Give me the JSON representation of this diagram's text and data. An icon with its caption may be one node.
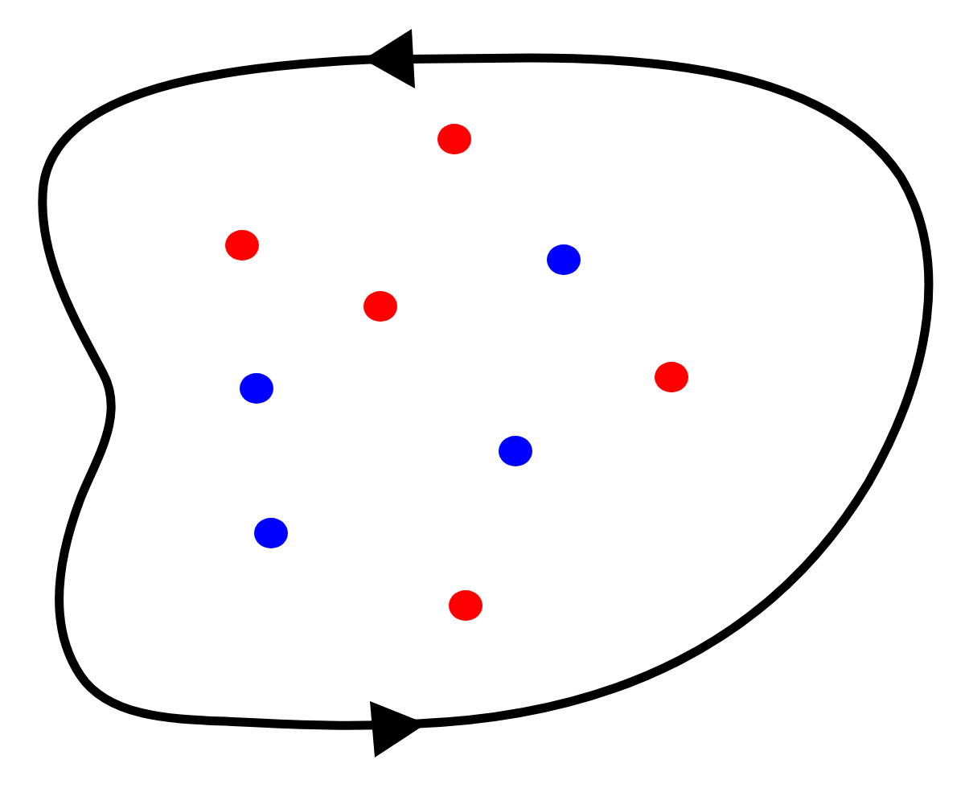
{
  "diagram": {
    "nodes": [
      {
        "text": [],
        "shape": "loop"
      },
      {
        "text": [],
        "shape": "circle",
        "in": 0
      },
      {
        "text": [],
        "shape": "circle",
        "in": 0
      },
      {
        "text": [],
        "shape": "circle",
        "in": 0
      },
      {
        "text": [],
        "shape": "circle",
        "in": 0
      },
      {
        "text": [],
        "shape": "circle",
        "in": 0
      },
      {
        "text": [],
        "shape": "circle",
        "in": 0
      },
      {
        "text": [],
        "shape": "circle",
        "in": 0
      },
      {
        "text": [],
        "shape": "circle",
        "in": 0
      },
      {
        "text": [],
        "shape": "circle",
        "in": 0
      }
    ]
  }
}
